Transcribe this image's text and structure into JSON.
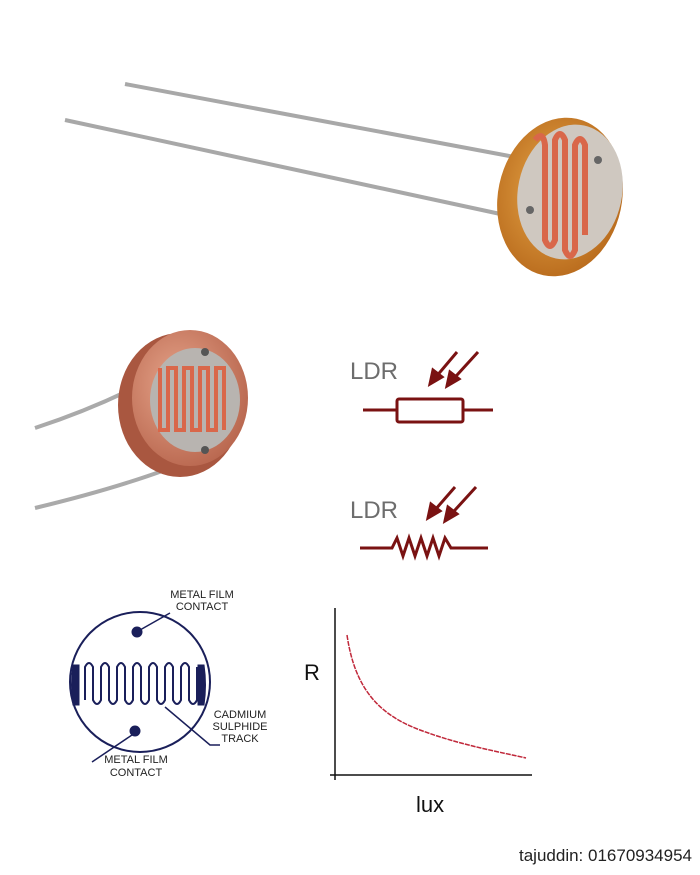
{
  "symbols": {
    "box_label": "LDR",
    "zigzag_label": "LDR"
  },
  "diagram": {
    "top_contact": [
      "METAL FILM",
      "CONTACT"
    ],
    "track": [
      "CADMIUM",
      "SULPHIDE",
      "TRACK"
    ],
    "bottom_contact": [
      "METAL FILM",
      "CONTACT"
    ]
  },
  "graph": {
    "y_label": "R",
    "x_label": "lux"
  },
  "watermark": "tajuddin: 01670934954",
  "colors": {
    "symbol": "#7a1212",
    "curve": "#c0283a",
    "label_gray": "#6d6d6d",
    "disc_orange": "#d98a2c",
    "track_red": "#d9674a"
  }
}
